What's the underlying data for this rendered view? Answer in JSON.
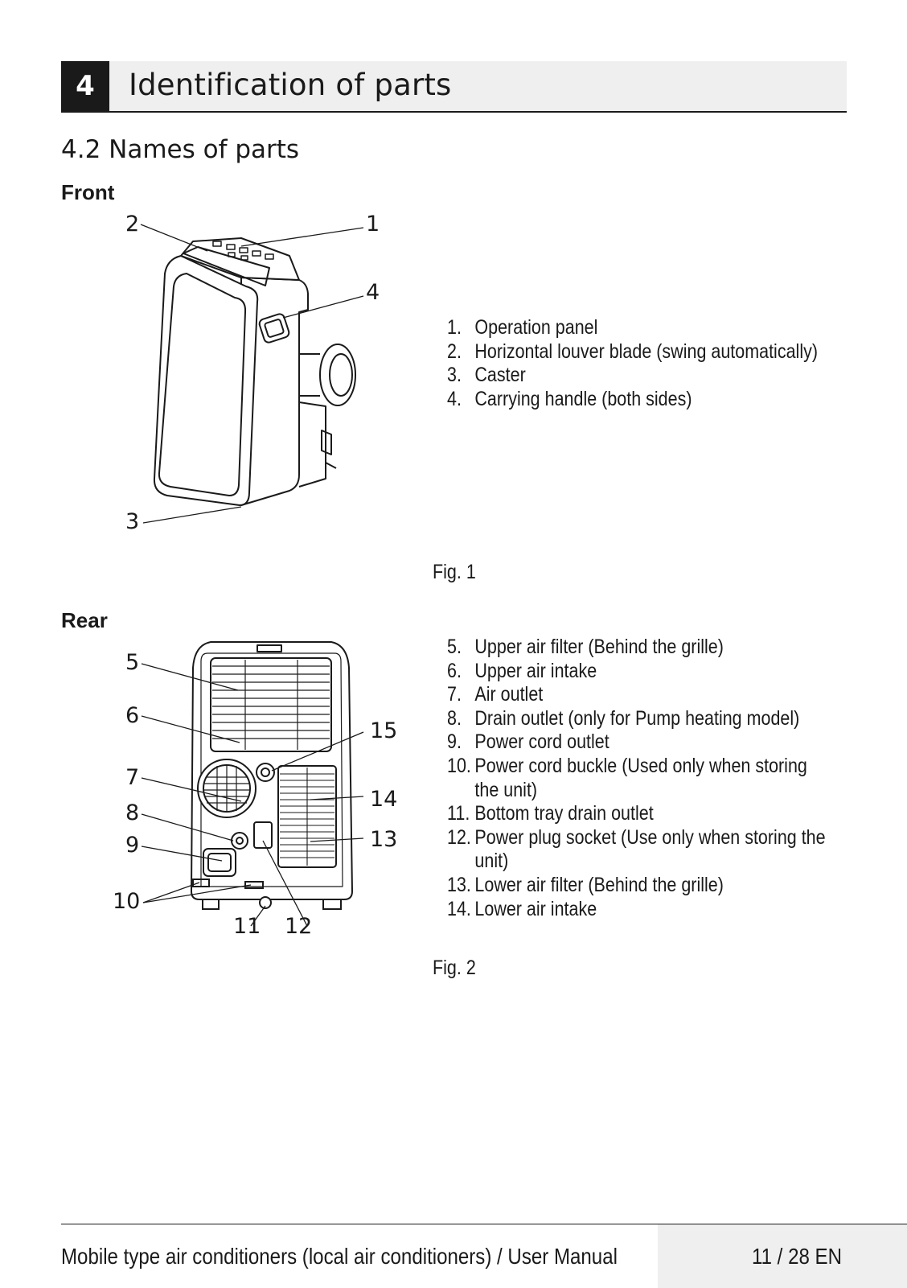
{
  "chapter": {
    "number": "4",
    "title": "Identification of parts"
  },
  "section": {
    "title": "4.2 Names of parts"
  },
  "front": {
    "heading": "Front",
    "callouts": [
      "1",
      "2",
      "3",
      "4"
    ],
    "items": [
      {
        "num": "1.",
        "text": "Operation panel"
      },
      {
        "num": "2.",
        "text": "Horizontal louver blade (swing automatically)"
      },
      {
        "num": "3.",
        "text": "Caster"
      },
      {
        "num": "4.",
        "text": "Carrying handle (both sides)"
      }
    ],
    "caption": "Fig. 1"
  },
  "rear": {
    "heading": "Rear",
    "callouts": [
      "5",
      "6",
      "7",
      "8",
      "9",
      "10",
      "11",
      "12",
      "13",
      "14",
      "15"
    ],
    "items": [
      {
        "num": "5.",
        "text": "Upper air filter (Behind the grille)"
      },
      {
        "num": "6.",
        "text": "Upper air intake"
      },
      {
        "num": "7.",
        "text": "Air outlet"
      },
      {
        "num": "8.",
        "text": "Drain outlet (only for Pump heating model)"
      },
      {
        "num": "9.",
        "text": "Power cord outlet"
      },
      {
        "num": "10.",
        "text": "Power cord buckle (Used only when storing the unit)"
      },
      {
        "num": "11.",
        "text": "Bottom tray drain outlet"
      },
      {
        "num": "12.",
        "text": "Power plug socket (Use only when storing the unit)"
      },
      {
        "num": "13.",
        "text": "Lower air filter (Behind the grille)"
      },
      {
        "num": "14.",
        "text": "Lower air intake"
      }
    ],
    "caption": "Fig. 2"
  },
  "footer": {
    "title": "Mobile type air conditioners (local air conditioners) / User Manual",
    "page": "11 / 28 EN"
  }
}
